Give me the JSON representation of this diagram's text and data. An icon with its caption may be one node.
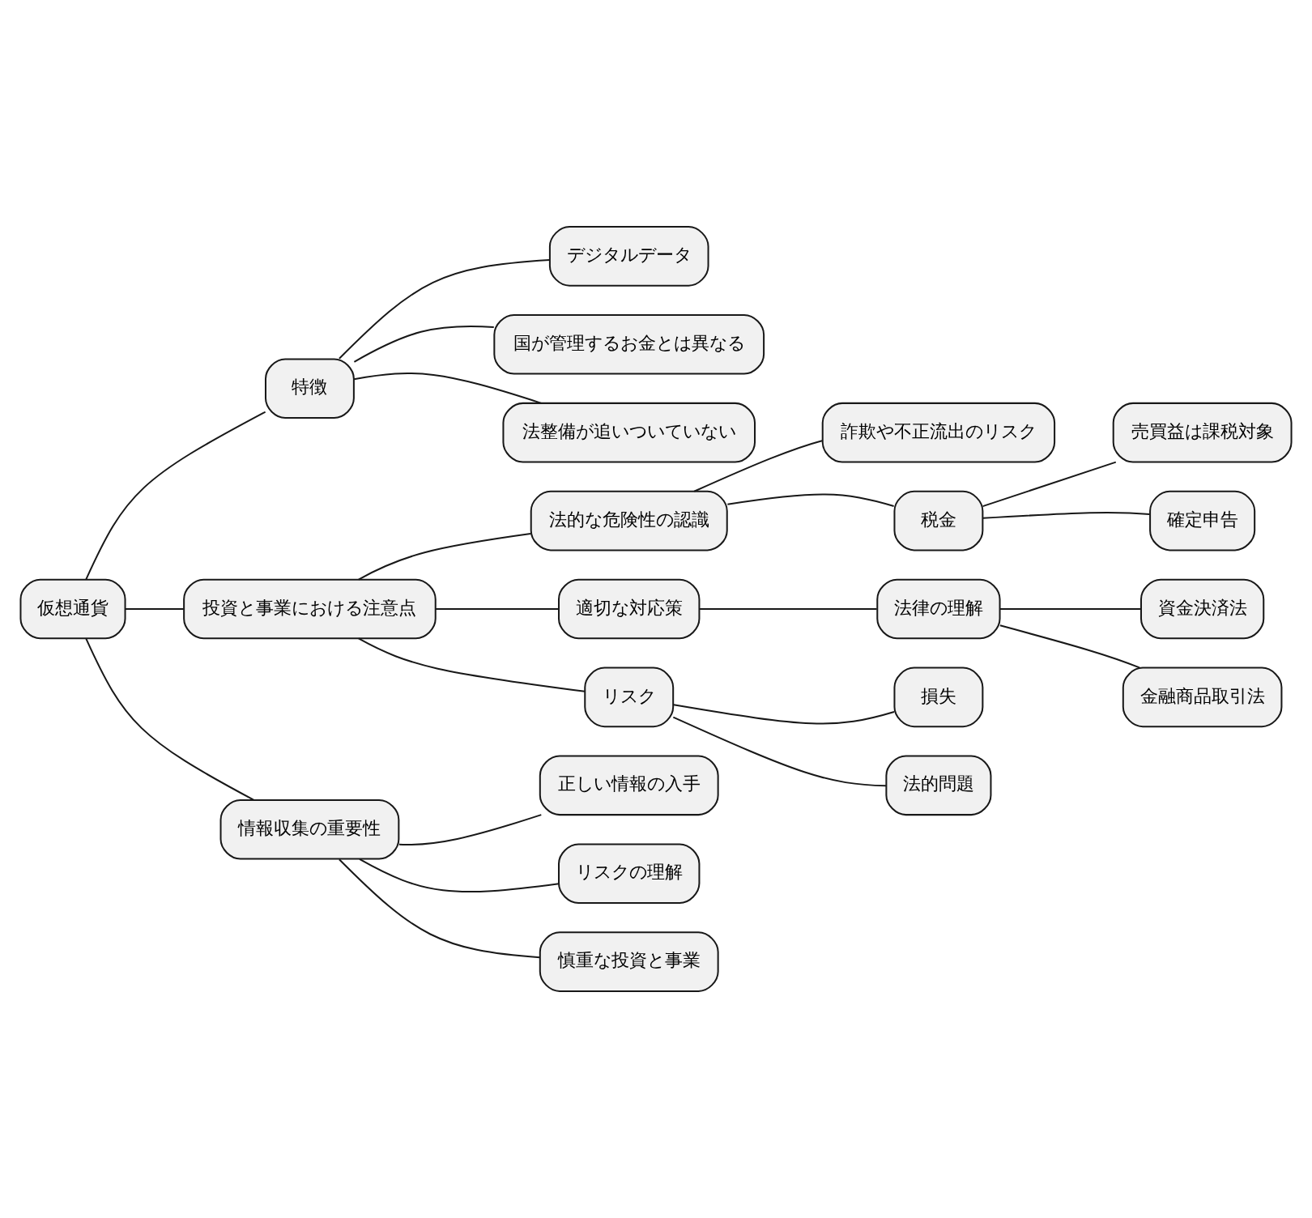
{
  "diagram": {
    "nodes": [
      {
        "text": [
          "仮想通貨"
        ]
      },
      {
        "text": [
          "特徴"
        ]
      },
      {
        "text": [
          "デジタルデータ"
        ]
      },
      {
        "text": [
          "国が管理するお金とは異なる"
        ]
      },
      {
        "text": [
          "法整備が追いついていない"
        ]
      },
      {
        "text": [
          "投資と事業における注意点"
        ]
      },
      {
        "text": [
          "法的な危険性の認識"
        ]
      },
      {
        "text": [
          "詐欺や不正流出のリスク"
        ]
      },
      {
        "text": [
          "税金"
        ]
      },
      {
        "text": [
          "売買益は課税対象"
        ]
      },
      {
        "text": [
          "確定申告"
        ]
      },
      {
        "text": [
          "適切な対応策"
        ]
      },
      {
        "text": [
          "法律の理解"
        ]
      },
      {
        "text": [
          "資金決済法"
        ]
      },
      {
        "text": [
          "金融商品取引法"
        ]
      },
      {
        "text": [
          "リスク"
        ]
      },
      {
        "text": [
          "損失"
        ]
      },
      {
        "text": [
          "法的問題"
        ]
      },
      {
        "text": [
          "情報収集の重要性"
        ]
      },
      {
        "text": [
          "正しい情報の入手"
        ]
      },
      {
        "text": [
          "リスクの理解"
        ]
      },
      {
        "text": [
          "慎重な投資と事業"
        ]
      }
    ],
    "edges": [
      {
        "from": 0,
        "to": 1,
        "arrow": "none"
      },
      {
        "from": 1,
        "to": 2,
        "arrow": "none"
      },
      {
        "from": 1,
        "to": 3,
        "arrow": "none"
      },
      {
        "from": 1,
        "to": 4,
        "arrow": "none"
      },
      {
        "from": 0,
        "to": 5,
        "arrow": "none"
      },
      {
        "from": 5,
        "to": 6,
        "arrow": "none"
      },
      {
        "from": 6,
        "to": 7,
        "arrow": "none"
      },
      {
        "from": 6,
        "to": 8,
        "arrow": "none"
      },
      {
        "from": 8,
        "to": 9,
        "arrow": "none"
      },
      {
        "from": 8,
        "to": 10,
        "arrow": "none"
      },
      {
        "from": 5,
        "to": 11,
        "arrow": "none"
      },
      {
        "from": 11,
        "to": 12,
        "arrow": "none"
      },
      {
        "from": 12,
        "to": 13,
        "arrow": "none"
      },
      {
        "from": 12,
        "to": 14,
        "arrow": "none"
      },
      {
        "from": 5,
        "to": 15,
        "arrow": "none"
      },
      {
        "from": 15,
        "to": 16,
        "arrow": "none"
      },
      {
        "from": 15,
        "to": 17,
        "arrow": "none"
      },
      {
        "from": 0,
        "to": 18,
        "arrow": "none"
      },
      {
        "from": 18,
        "to": 19,
        "arrow": "none"
      },
      {
        "from": 18,
        "to": 20,
        "arrow": "none"
      },
      {
        "from": 18,
        "to": 21,
        "arrow": "none"
      }
    ]
  }
}
